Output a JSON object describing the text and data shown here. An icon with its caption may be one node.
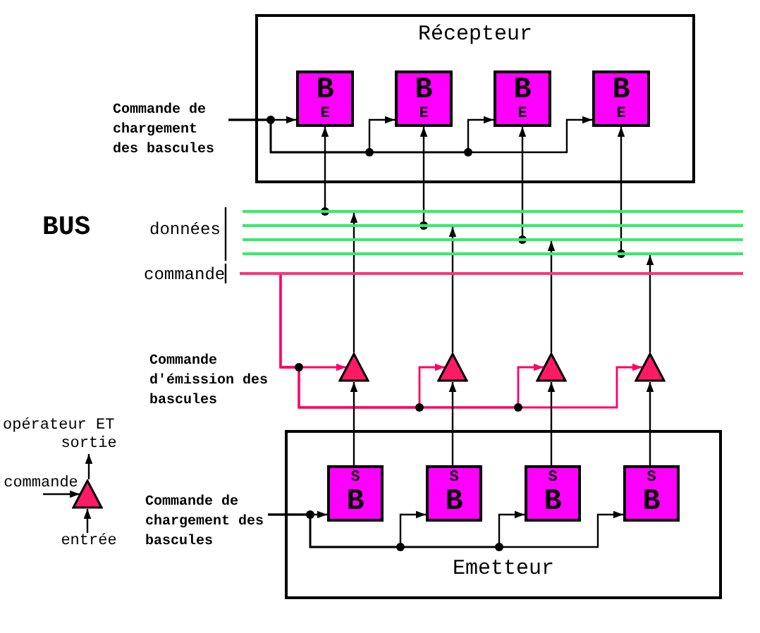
{
  "diagram": {
    "nodes": [
      {
        "text": [
          "Récepteur"
        ]
      },
      {
        "text": [
          "B",
          "E"
        ],
        "in": 0
      },
      {
        "text": [
          "B",
          "E"
        ],
        "in": 0
      },
      {
        "text": [
          "B",
          "E"
        ],
        "in": 0
      },
      {
        "text": [
          "B",
          "E"
        ],
        "in": 0
      },
      {
        "text": [
          "Commande de chargement des bascules"
        ]
      },
      {
        "text": [],
        "shape": "line"
      },
      {
        "text": [],
        "shape": "line"
      },
      {
        "text": [],
        "shape": "line"
      },
      {
        "text": [],
        "shape": "line"
      },
      {
        "text": [],
        "shape": "line"
      },
      {
        "text": [],
        "shape": "triangle"
      },
      {
        "text": [],
        "shape": "triangle"
      },
      {
        "text": [],
        "shape": "triangle"
      },
      {
        "text": [],
        "shape": "triangle"
      },
      {
        "text": [
          "Emetteur"
        ]
      },
      {
        "text": [
          "S",
          "B"
        ],
        "in": 15
      },
      {
        "text": [
          "S",
          "B"
        ],
        "in": 15
      },
      {
        "text": [
          "S",
          "B"
        ],
        "in": 15
      },
      {
        "text": [
          "S",
          "B"
        ],
        "in": 15
      },
      {
        "text": [
          "Commande de chargement des bascules"
        ]
      },
      {
        "text": [
          "sortie"
        ]
      },
      {
        "text": [
          "commande"
        ]
      },
      {
        "text": [],
        "shape": "triangle"
      },
      {
        "text": [
          "entrée"
        ]
      }
    ],
    "edges": [
      {
        "from": 5,
        "to": 1,
        "arrow": "to"
      },
      {
        "from": 5,
        "to": 2,
        "arrow": "to"
      },
      {
        "from": 5,
        "to": 3,
        "arrow": "to"
      },
      {
        "from": 5,
        "to": 4,
        "arrow": "to"
      },
      {
        "from": 6,
        "to": 1,
        "arrow": "to"
      },
      {
        "from": 7,
        "to": 2,
        "arrow": "to"
      },
      {
        "from": 8,
        "to": 3,
        "arrow": "to"
      },
      {
        "from": 9,
        "to": 4,
        "arrow": "to"
      },
      {
        "from": 10,
        "to": 11,
        "arrow": "to",
        "color": "#ff0066"
      },
      {
        "from": 10,
        "to": 12,
        "arrow": "to",
        "color": "#ff0066"
      },
      {
        "from": 10,
        "to": 13,
        "arrow": "to",
        "color": "#ff0066"
      },
      {
        "from": 10,
        "to": 14,
        "arrow": "to",
        "color": "#ff0066"
      },
      {
        "from": 11,
        "to": 6,
        "arrow": "to"
      },
      {
        "from": 12,
        "to": 7,
        "arrow": "to"
      },
      {
        "from": 13,
        "to": 8,
        "arrow": "to"
      },
      {
        "from": 14,
        "to": 9,
        "arrow": "to"
      },
      {
        "from": 16,
        "to": 11,
        "arrow": "to"
      },
      {
        "from": 17,
        "to": 12,
        "arrow": "to"
      },
      {
        "from": 18,
        "to": 13,
        "arrow": "to"
      },
      {
        "from": 19,
        "to": 14,
        "arrow": "to"
      },
      {
        "from": 20,
        "to": 16,
        "arrow": "to"
      },
      {
        "from": 20,
        "to": 17,
        "arrow": "to"
      },
      {
        "from": 20,
        "to": 18,
        "arrow": "to"
      },
      {
        "from": 20,
        "to": 19,
        "arrow": "to"
      },
      {
        "from": 23,
        "to": 21,
        "arrow": "to"
      },
      {
        "from": 22,
        "to": 23,
        "arrow": "to"
      },
      {
        "from": 24,
        "to": 23,
        "arrow": "to"
      }
    ],
    "labels": [
      "BUS",
      "données",
      "commande",
      "Commande d'émission des bascules",
      "opérateur ET"
    ]
  }
}
